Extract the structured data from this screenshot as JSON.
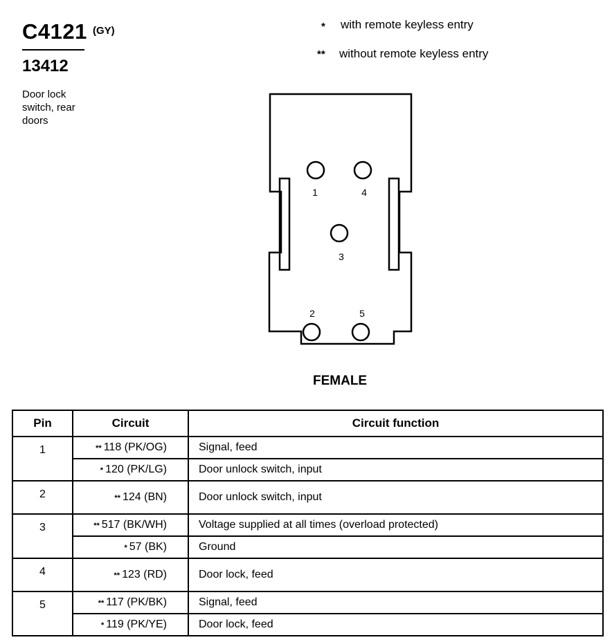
{
  "header": {
    "connector_id": "C4121",
    "color_code": "(GY)",
    "part_number": "13412",
    "description": "Door lock switch, rear doors"
  },
  "legend": [
    {
      "mark": "*",
      "text": "with remote keyless entry"
    },
    {
      "mark": "**",
      "text": "without remote keyless entry"
    }
  ],
  "connector": {
    "gender": "FEMALE",
    "pins": [
      {
        "label": "1"
      },
      {
        "label": "4"
      },
      {
        "label": "3"
      },
      {
        "label": "2"
      },
      {
        "label": "5"
      }
    ]
  },
  "table": {
    "columns": [
      "Pin",
      "Circuit",
      "Circuit function"
    ],
    "rows": [
      {
        "pin": "1",
        "mark": "**",
        "circuit": "118 (PK/OG)",
        "function": "Signal, feed"
      },
      {
        "pin": "",
        "mark": "*",
        "circuit": "120 (PK/LG)",
        "function": "Door unlock switch, input"
      },
      {
        "pin": "2",
        "mark": "**",
        "circuit": "124 (BN)",
        "function": "Door unlock switch, input"
      },
      {
        "pin": "3",
        "mark": "**",
        "circuit": "517 (BK/WH)",
        "function": "Voltage supplied at all times (overload protected)"
      },
      {
        "pin": "",
        "mark": "*",
        "circuit": "57 (BK)",
        "function": "Ground"
      },
      {
        "pin": "4",
        "mark": "**",
        "circuit": "123 (RD)",
        "function": "Door lock, feed"
      },
      {
        "pin": "5",
        "mark": "**",
        "circuit": "117 (PK/BK)",
        "function": "Signal, feed"
      },
      {
        "pin": "",
        "mark": "*",
        "circuit": "119 (PK/YE)",
        "function": "Door lock, feed"
      }
    ]
  }
}
